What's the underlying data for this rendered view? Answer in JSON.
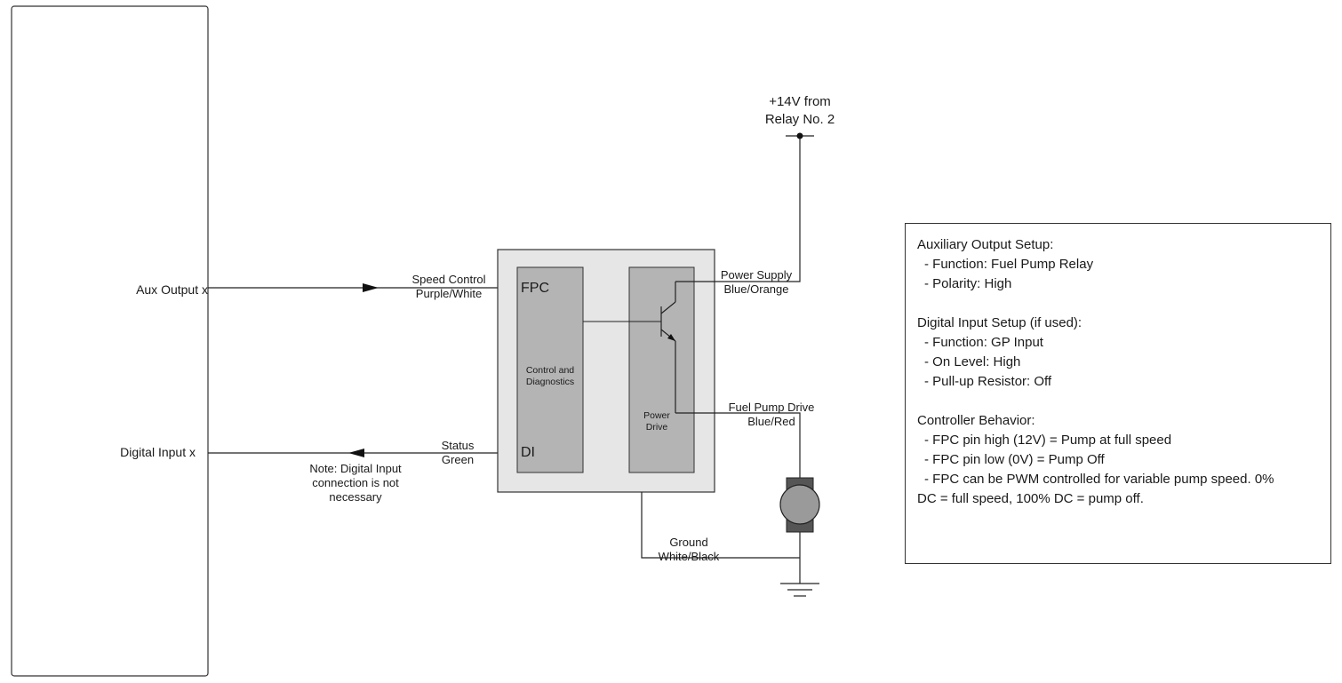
{
  "ecu": {
    "aux_output_label": "Aux Output x",
    "digital_input_label": "Digital Input x"
  },
  "wires": {
    "speed_control": [
      "Speed Control",
      "Purple/White"
    ],
    "status": [
      "Status",
      "Green"
    ],
    "power_supply": [
      "Power Supply",
      "Blue/Orange"
    ],
    "fuel_pump_drive": [
      "Fuel Pump Drive",
      "Blue/Red"
    ],
    "ground": [
      "Ground",
      "White/Black"
    ]
  },
  "supply": [
    "+14V from",
    "Relay No. 2"
  ],
  "note_digital": [
    "Note: Digital Input",
    "connection is not",
    "necessary"
  ],
  "module": {
    "control_block": [
      "Control and",
      "Diagnostics"
    ],
    "power_block": [
      "Power",
      "Drive"
    ],
    "pin_fpc": "FPC",
    "pin_di": "DI"
  },
  "setup_notes": {
    "aux_title": "Auxiliary Output Setup:",
    "aux_items": [
      "- Function: Fuel Pump Relay",
      "- Polarity: High"
    ],
    "di_title": "Digital Input Setup (if used):",
    "di_items": [
      "- Function: GP Input",
      "- On Level: High",
      "- Pull-up Resistor: Off"
    ],
    "ctrl_title": "Controller Behavior:",
    "ctrl_items": [
      "- FPC pin high (12V) = Pump at full speed",
      "- FPC pin low (0V) = Pump Off",
      "- FPC can be PWM controlled for variable pump speed. 0%"
    ],
    "ctrl_continued": "DC = full speed, 100% DC = pump off."
  }
}
